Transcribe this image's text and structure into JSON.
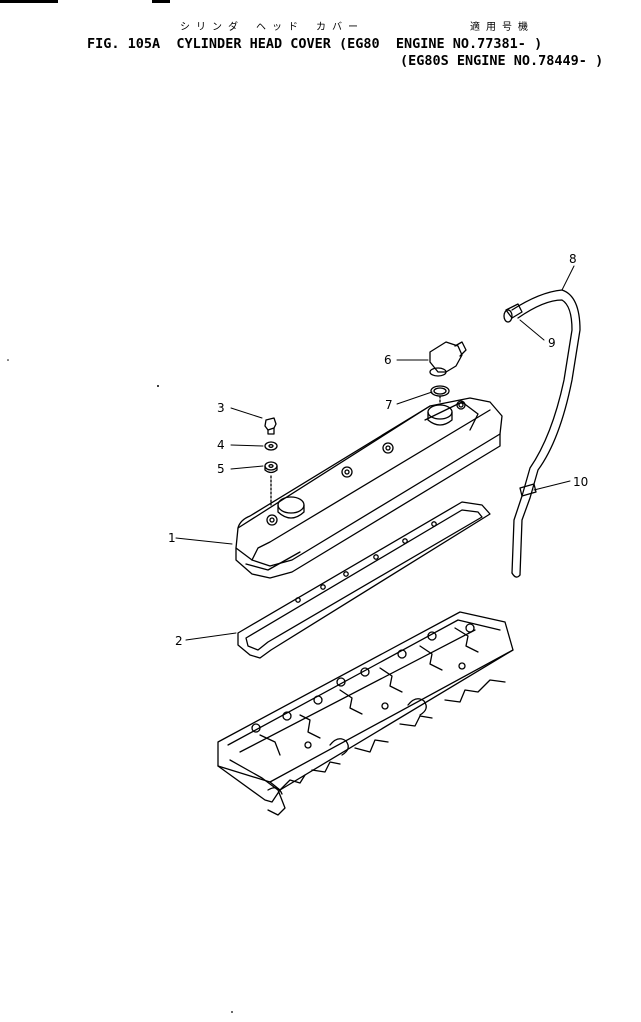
{
  "header": {
    "fig_label": "FIG. 105A",
    "title": "CYLINDER HEAD COVER",
    "title_jp": "シリンダ ヘッド カバー",
    "applicability_jp": "適用号機",
    "applicability": [
      "(EG80  ENGINE NO.77381- )",
      "(EG80S ENGINE NO.78449- )"
    ]
  },
  "callouts": [
    "1",
    "2",
    "3",
    "4",
    "5",
    "6",
    "7",
    "8",
    "9",
    "10"
  ]
}
